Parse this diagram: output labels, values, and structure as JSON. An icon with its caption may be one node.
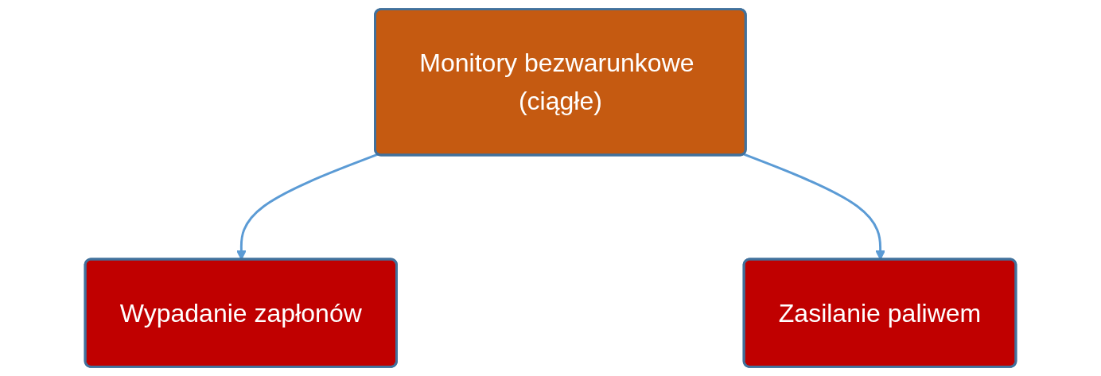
{
  "diagram": {
    "nodes": [
      {
        "text": [
          "Monitory bezwarunkowe (ciągłe)"
        ]
      },
      {
        "text": [
          "Wypadanie zapłonów"
        ]
      },
      {
        "text": [
          "Zasilanie paliwem"
        ]
      }
    ],
    "edges": [
      {
        "from": 0,
        "to": 1,
        "arrow": "to"
      },
      {
        "from": 0,
        "to": 2,
        "arrow": "to"
      }
    ]
  }
}
